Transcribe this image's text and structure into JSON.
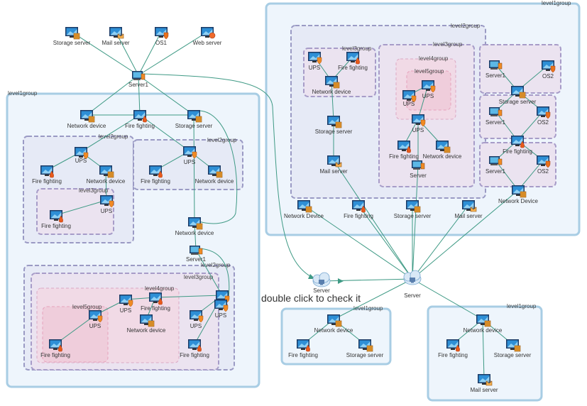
{
  "diagram": {
    "overlay_text": "double click to check it",
    "groups": [
      {
        "id": "g1L",
        "label": "level1group",
        "level": 1
      },
      {
        "id": "g2La",
        "label": "level2group",
        "level": 2
      },
      {
        "id": "g3La",
        "label": "level3group",
        "level": 3
      },
      {
        "id": "g2Lb",
        "label": "level2group",
        "level": 2
      },
      {
        "id": "g2Lc",
        "label": "level2group",
        "level": 2
      },
      {
        "id": "g3Lb",
        "label": "level3group",
        "level": 3
      },
      {
        "id": "g4Lb",
        "label": "level4group",
        "level": 4
      },
      {
        "id": "g5Lb",
        "label": "level5group",
        "level": 5
      },
      {
        "id": "g1R",
        "label": "level1group",
        "level": 1
      },
      {
        "id": "g2R",
        "label": "level2group",
        "level": 2
      },
      {
        "id": "g3Ra",
        "label": "level3group",
        "level": 3
      },
      {
        "id": "g3Rb",
        "label": "level3group",
        "level": 3
      },
      {
        "id": "g4R",
        "label": "level4group",
        "level": 4
      },
      {
        "id": "g5R",
        "label": "level5group",
        "level": 5
      },
      {
        "id": "gR1",
        "label": "",
        "level": 3
      },
      {
        "id": "gR2",
        "label": "",
        "level": 3
      },
      {
        "id": "gR3",
        "label": "",
        "level": 3
      },
      {
        "id": "g1B1",
        "label": "level1group",
        "level": 1
      },
      {
        "id": "g1B2",
        "label": "level1group",
        "level": 1
      }
    ],
    "nodes": [
      {
        "id": "ts1",
        "label": "Storage server",
        "type": "storage"
      },
      {
        "id": "tm",
        "label": "Mail server",
        "type": "mail"
      },
      {
        "id": "tos",
        "label": "OS1",
        "type": "os"
      },
      {
        "id": "tw",
        "label": "Web server",
        "type": "web"
      },
      {
        "id": "srv1",
        "label": "Server1",
        "type": "server"
      },
      {
        "id": "lnd",
        "label": "Network device",
        "type": "network"
      },
      {
        "id": "lff",
        "label": "Fire fighting",
        "type": "fire"
      },
      {
        "id": "lss",
        "label": "Storage server",
        "type": "storage"
      },
      {
        "id": "a_ups",
        "label": "UPS",
        "type": "ups"
      },
      {
        "id": "a_ff",
        "label": "Fire fighting",
        "type": "fire"
      },
      {
        "id": "a_nd",
        "label": "Network device",
        "type": "network"
      },
      {
        "id": "a3_ups",
        "label": "UPS",
        "type": "ups"
      },
      {
        "id": "a3_ff",
        "label": "Fire fighting",
        "type": "fire"
      },
      {
        "id": "b_ups",
        "label": "UPS",
        "type": "ups"
      },
      {
        "id": "b_ff",
        "label": "Fire fighting",
        "type": "fire"
      },
      {
        "id": "b_nd",
        "label": "Network device",
        "type": "network"
      },
      {
        "id": "lnd2",
        "label": "Network device",
        "type": "network"
      },
      {
        "id": "srv1b",
        "label": "Server1",
        "type": "server"
      },
      {
        "id": "c_ups",
        "label": "UPS",
        "type": "ups"
      },
      {
        "id": "c_ups2",
        "label": "UPS",
        "type": "ups"
      },
      {
        "id": "c_ff",
        "label": "Fire fighting",
        "type": "fire"
      },
      {
        "id": "c_ups3",
        "label": "UPS",
        "type": "ups"
      },
      {
        "id": "c_ff2",
        "label": "Fire fighting",
        "type": "fire"
      },
      {
        "id": "c_nd",
        "label": "Network device",
        "type": "network"
      },
      {
        "id": "c_ups4",
        "label": "UPS",
        "type": "ups"
      },
      {
        "id": "c_ff3",
        "label": "Fire fighting",
        "type": "fire"
      },
      {
        "id": "c_ups5",
        "label": "UPS",
        "type": "ups"
      },
      {
        "id": "r_ups",
        "label": "UPS",
        "type": "ups"
      },
      {
        "id": "r_ff",
        "label": "Fire fighting",
        "type": "fire"
      },
      {
        "id": "r_nd",
        "label": "Network device",
        "type": "network"
      },
      {
        "id": "r_ss",
        "label": "Storage server",
        "type": "storage"
      },
      {
        "id": "r_ms",
        "label": "Mail server",
        "type": "mail"
      },
      {
        "id": "r_ups5",
        "label": "UPS",
        "type": "ups"
      },
      {
        "id": "r_ups5b",
        "label": "UPS",
        "type": "ups"
      },
      {
        "id": "r_ups4",
        "label": "UPS",
        "type": "ups"
      },
      {
        "id": "r_ff4",
        "label": "Fire fighting",
        "type": "fire"
      },
      {
        "id": "r_nd4",
        "label": "Network device",
        "type": "network"
      },
      {
        "id": "r_srv4",
        "label": "Server",
        "type": "server"
      },
      {
        "id": "r_s1",
        "label": "Server1",
        "type": "server"
      },
      {
        "id": "r_os1",
        "label": "OS2",
        "type": "os"
      },
      {
        "id": "r_ss2",
        "label": "Storage server",
        "type": "storage"
      },
      {
        "id": "r_s2",
        "label": "Server1",
        "type": "server"
      },
      {
        "id": "r_os2",
        "label": "OS2",
        "type": "os"
      },
      {
        "id": "r_ff2",
        "label": "Fire fighting",
        "type": "fire"
      },
      {
        "id": "r_s3",
        "label": "Server1",
        "type": "server"
      },
      {
        "id": "r_os3",
        "label": "OS2",
        "type": "os"
      },
      {
        "id": "r_ndd",
        "label": "Network Device",
        "type": "network"
      },
      {
        "id": "rb_nd",
        "label": "Network Device",
        "type": "network"
      },
      {
        "id": "rb_ff",
        "label": "Fire fighting",
        "type": "fire"
      },
      {
        "id": "rb_ss",
        "label": "Storage server",
        "type": "storage"
      },
      {
        "id": "rb_ms",
        "label": "Mail server",
        "type": "mail"
      },
      {
        "id": "cloud1",
        "label": "Server",
        "type": "cloud"
      },
      {
        "id": "cloud2",
        "label": "Server",
        "type": "cloud"
      },
      {
        "id": "b1_nd",
        "label": "Network device",
        "type": "network"
      },
      {
        "id": "b1_ff",
        "label": "Fire fighting",
        "type": "fire"
      },
      {
        "id": "b1_ss",
        "label": "Storage server",
        "type": "storage"
      },
      {
        "id": "b2_nd",
        "label": "Network device",
        "type": "network"
      },
      {
        "id": "b2_ff",
        "label": "Fire fighting",
        "type": "fire"
      },
      {
        "id": "b2_ss",
        "label": "Storage server",
        "type": "storage"
      },
      {
        "id": "b2_ms",
        "label": "Mail server",
        "type": "mail"
      }
    ],
    "colors": {
      "edge": "#3f9a85",
      "level1_border": "#a8cde4",
      "level1_fill": "#eef5fc",
      "level2_border": "#9a9ac4",
      "level2_fill": "#e6eaf6",
      "level3_border": "#a79cc8",
      "level3_fill": "#ebe3f0",
      "level4_border": "#dba8c4",
      "level4_fill": "#f2d8e4",
      "level5_border": "#e6a2bc",
      "level5_fill": "#eecad8",
      "monitor_frame": "#1c3b66",
      "monitor_screen": "#2e8fd6"
    }
  }
}
